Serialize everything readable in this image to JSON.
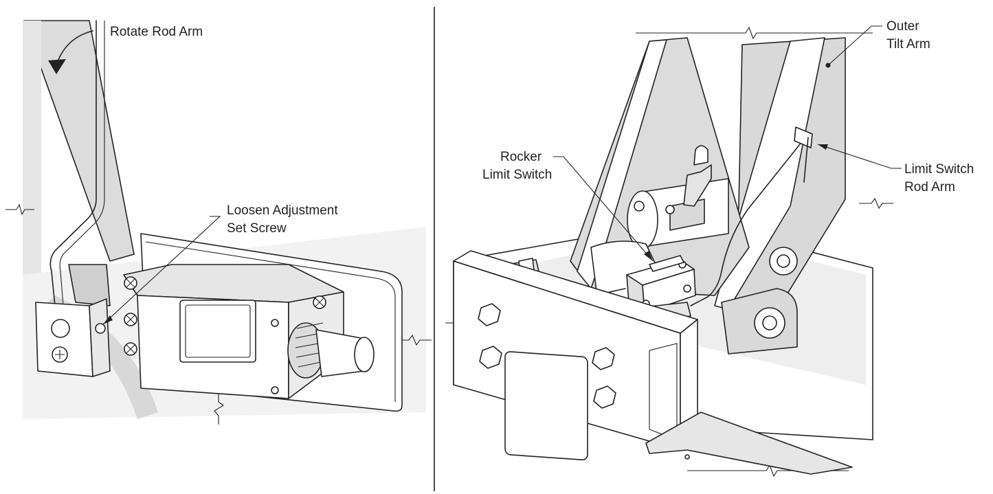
{
  "colors": {
    "ink": "#222222",
    "shade": "#d9d9d9",
    "light": "#eeeeee",
    "paper": "#ffffff"
  },
  "left_panel": {
    "labels": {
      "rotate_rod_arm": "Rotate Rod Arm",
      "loosen_line1": "Loosen Adjustment",
      "loosen_line2": "Set Screw"
    }
  },
  "right_panel": {
    "labels": {
      "outer_line1": "Outer",
      "outer_line2": "Tilt Arm",
      "rocker_line1": "Rocker",
      "rocker_line2": "Limit Switch",
      "rod_line1": "Limit Switch",
      "rod_line2": "Rod Arm"
    }
  }
}
